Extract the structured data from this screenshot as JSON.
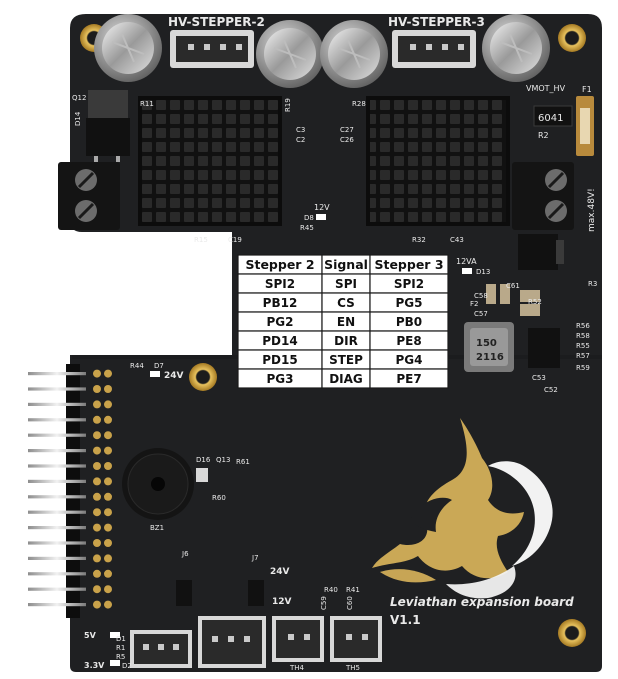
{
  "board": {
    "title": "Leviathan expansion board",
    "version": "V1.1",
    "colors": {
      "pcb": "#1f2022",
      "silk": "#e9e9e9",
      "pin": "#c9a24a",
      "heatsink": "#141414"
    }
  },
  "labels": {
    "hv2": "HV-STEPPER-2",
    "hv3": "HV-STEPPER-3",
    "vmot": "VMOT_HV",
    "max48": "max.48V!",
    "v12_top": "12V",
    "v12a": "12VA",
    "v24_a": "24V",
    "v24_b": "24V",
    "v12_b": "12V",
    "v5": "5V",
    "v33": "3.3V",
    "th4": "TH4",
    "th5": "TH5",
    "j6": "J6",
    "j7": "J7",
    "d8": "D8",
    "r45": "R45",
    "d13": "D13",
    "f1": "F1",
    "f2": "F2",
    "r2": "R2",
    "r3": "R3",
    "q12": "Q12",
    "d14": "D14",
    "r15": "R15",
    "c19": "C19",
    "r32": "R32",
    "c43": "C43",
    "c3": "C3",
    "c2": "C2",
    "c27": "C27",
    "c26": "C26",
    "r11": "R11",
    "r28": "R28",
    "r19": "R19",
    "r44": "R44",
    "d7": "D7",
    "d16": "D16",
    "q13": "Q13",
    "r61": "R61",
    "r60": "R60",
    "bz1": "BZ1",
    "r40": "R40",
    "r41": "R41",
    "c59": "C59",
    "c60": "C60",
    "d1": "D1",
    "r1": "R1",
    "r5": "R5",
    "d2": "D2",
    "res_6041": "6041",
    "ind_150": "150",
    "ind_2116": "2116",
    "r52": "R52",
    "c61": "C61",
    "c57": "C57",
    "c58": "C58",
    "r56": "R56",
    "r58": "R58",
    "r55": "R55",
    "r57": "R57",
    "r59": "R59",
    "c53": "C53",
    "c52": "C52"
  },
  "table": {
    "headers": [
      "Stepper 2",
      "Signal",
      "Stepper 3"
    ],
    "rows": [
      [
        "SPI2",
        "SPI",
        "SPI2"
      ],
      [
        "PB12",
        "CS",
        "PG5"
      ],
      [
        "PG2",
        "EN",
        "PB0"
      ],
      [
        "PD14",
        "DIR",
        "PE8"
      ],
      [
        "PD15",
        "STEP",
        "PG4"
      ],
      [
        "PG3",
        "DIAG",
        "PE7"
      ]
    ]
  }
}
